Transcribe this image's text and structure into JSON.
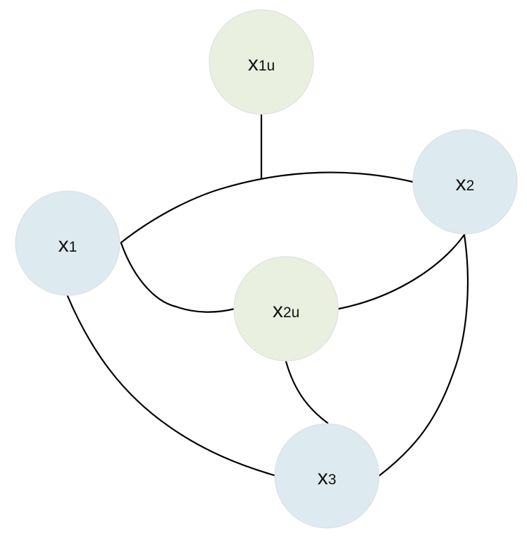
{
  "colors": {
    "observed_node_fill": "#ddebf1",
    "latent_node_fill": "#eaf0df",
    "edge": "#000000"
  },
  "nodes": [
    {
      "id": "x1u",
      "main": "x",
      "sub": "1u",
      "kind": "latent"
    },
    {
      "id": "x2",
      "main": "x",
      "sub": "2",
      "kind": "observed"
    },
    {
      "id": "x1",
      "main": "x",
      "sub": "1",
      "kind": "observed"
    },
    {
      "id": "x2u",
      "main": "x",
      "sub": "2u",
      "kind": "latent"
    },
    {
      "id": "x3",
      "main": "x",
      "sub": "3",
      "kind": "observed"
    }
  ],
  "edges": [
    {
      "from": "x1",
      "to": "x2"
    },
    {
      "from": "x1u",
      "to": "x1-x2-edge"
    },
    {
      "from": "x1",
      "to": "x2u"
    },
    {
      "from": "x2u",
      "to": "x2"
    },
    {
      "from": "x2u",
      "to": "x3"
    },
    {
      "from": "x1",
      "to": "x3"
    },
    {
      "from": "x2",
      "to": "x3"
    }
  ]
}
